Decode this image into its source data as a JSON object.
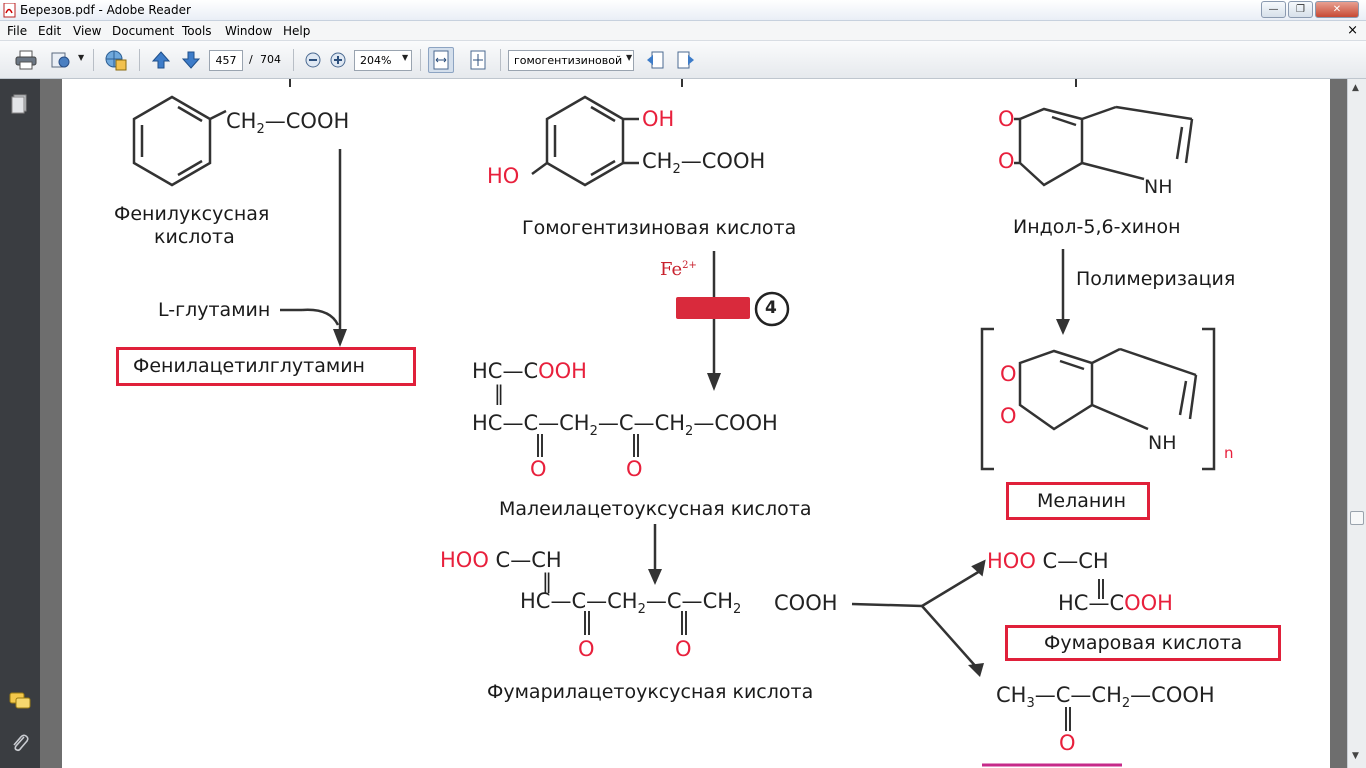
{
  "window": {
    "title": "Березов.pdf - Adobe Reader",
    "minimize_label": "—",
    "maximize_label": "❐",
    "close_label": "✕"
  },
  "menu": {
    "items": [
      "File",
      "Edit",
      "View",
      "Document",
      "Tools",
      "Window",
      "Help"
    ],
    "close_doc": "×"
  },
  "toolbar": {
    "page_current": "457",
    "page_separator": "/",
    "page_total": "704",
    "zoom": "204%",
    "find_value": "гомогентизиновой"
  },
  "diagram": {
    "phenylacetic": {
      "ch2": "CH",
      "sub2": "2",
      "cooh": "—COOH",
      "name_line1": "Фенилуксусная",
      "name_line2": "кислота"
    },
    "l_glutamine": "L-глутамин",
    "phenylacetylglutamine": "Фенилацетилглутамин",
    "homogentisic": {
      "oh": "OH",
      "ho": "HO",
      "ch2cooh": "CH",
      "sub2": "2",
      "cooh": "—COOH",
      "name": "Гомогентизиновая кислота"
    },
    "fe": "Fe",
    "fe_charge": "2+",
    "enzyme_number": "4",
    "maleylacetoacetic": {
      "hc_top": "HC—C",
      "ooh": "OOH",
      "double_bond": "‖",
      "hc": "HC",
      "c1": "—C—",
      "ch2a": "CH",
      "c2": "—C—",
      "ch2b": "CH",
      "cooh": "—COOH",
      "sub2": "2",
      "o": "O",
      "name": "Малеилацетоуксусная кислота"
    },
    "fumarylacetoacetic": {
      "hoo": "HOO",
      "c_ch": "C—CH",
      "double_bond": "‖",
      "hc": "HC",
      "c1": "—C—",
      "ch2a": "CH",
      "c2": "—C—",
      "ch2b": "CH",
      "sub2": "2",
      "o": "O",
      "name": "Фумарилацетоуксусная кислота"
    },
    "cooh_split": "COOH",
    "indole_quinone": {
      "o": "O",
      "nh": "NH",
      "name": "Индол-5,6-хинон"
    },
    "polymerization": "Полимеризация",
    "melanin": {
      "o": "O",
      "nh": "NH",
      "n": "n",
      "name": "Меланин"
    },
    "fumaric": {
      "hoo": "HOO",
      "c_ch": "C—CH",
      "double_bond": "‖",
      "hc": "HC—C",
      "ooh": "OOH",
      "name": "Фумаровая  кислота"
    },
    "acetoacetic": {
      "ch3": "CH",
      "sub3": "3",
      "c": "—C—",
      "ch2": "CH",
      "sub2": "2",
      "cooh": "—COOH",
      "o": "O"
    }
  },
  "colors": {
    "accent_red": "#e8203c",
    "enzyme_block": "#d92a3c",
    "panel_dark": "#3a3d41"
  },
  "icons": {
    "app": "adobe-reader-icon",
    "print": "printer-icon",
    "share": "share-icon",
    "review": "globe-icon",
    "prev_page": "arrow-up-icon",
    "next_page": "arrow-down-icon",
    "zoom_out": "zoom-out-icon",
    "zoom_in": "zoom-in-icon",
    "fit_width": "fit-width-icon",
    "fit_page": "fit-page-icon",
    "find_prev": "find-previous-icon",
    "find_next": "find-next-icon",
    "pages_panel": "pages-icon",
    "comments_panel": "comments-icon",
    "attachments_panel": "paperclip-icon"
  }
}
